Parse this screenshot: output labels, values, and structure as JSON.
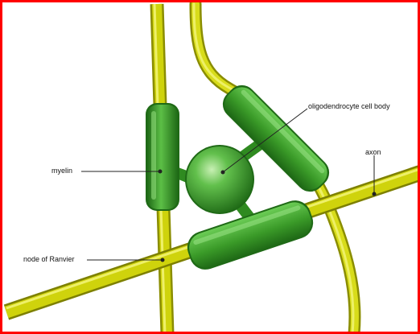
{
  "figure": {
    "labels": {
      "myelin": "myelin",
      "oligodendrocyte": "oligodendrocyte cell body",
      "axon": "axon",
      "node": "node of Ranvier"
    },
    "colors": {
      "frame": "#ff0000",
      "axon": "#c8cc00",
      "axon_highlight": "#f0f25a",
      "axon_shadow": "#8a8d00",
      "myelin": "#3a9a28",
      "myelin_highlight": "#7ed46a",
      "myelin_shadow": "#1f6a16",
      "cell_body": "#4fae3a",
      "leader_line": "#222222"
    },
    "icons": [
      "pointer-dot"
    ]
  }
}
